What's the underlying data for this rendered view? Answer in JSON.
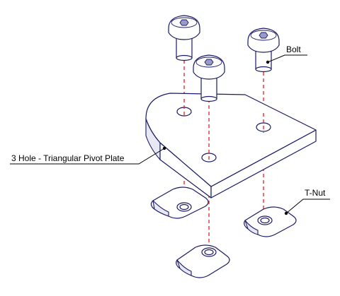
{
  "labels": {
    "bolt": "Bolt",
    "plate": "3 Hole - Triangular Pivot Plate",
    "tnut": "T-Nut"
  },
  "colors": {
    "ink": "#1a1a66",
    "axis": "#e0202a",
    "leader": "#000000"
  },
  "icons": {
    "bolt": "bolt-icon",
    "plate": "triangular-plate-icon",
    "tnut": "t-nut-icon"
  }
}
